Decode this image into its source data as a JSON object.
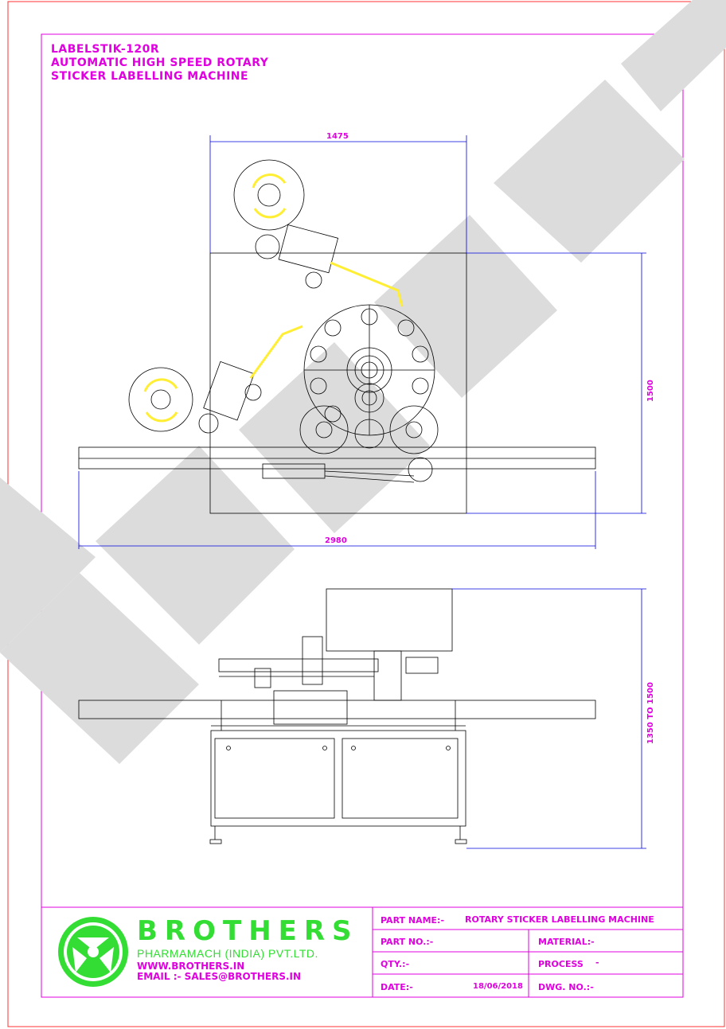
{
  "header": {
    "line1": "LABELSTIK-120R",
    "line2": "AUTOMATIC HIGH SPEED ROTARY",
    "line3": "STICKER LABELLING MACHINE"
  },
  "dimensions": {
    "top_width": "1475",
    "overall_width": "2980",
    "depth": "1500",
    "height": "1350 TO 1500"
  },
  "company": {
    "name": "BROTHERS",
    "sub": "PHARMAMACH (INDIA) PVT.LTD.",
    "web": "WWW.BROTHERS.IN",
    "email": "EMAIL :- SALES@BROTHERS.IN"
  },
  "title_block": {
    "part_name_label": "PART NAME:-",
    "part_name_value": "ROTARY STICKER LABELLING MACHINE",
    "part_no_label": "PART NO.:-",
    "material_label": "MATERIAL:-",
    "qty_label": "QTY.:-",
    "process_label": "PROCESS",
    "process_value": "-",
    "date_label": "DATE:-",
    "date_value": "18/06/2018",
    "dwg_label": "DWG. NO.:-"
  },
  "watermark": "BROTHERS",
  "colors": {
    "frame": "#e000e0",
    "dimension": "#0000dd",
    "highlight": "#ffee33",
    "brand": "#33dd33"
  }
}
